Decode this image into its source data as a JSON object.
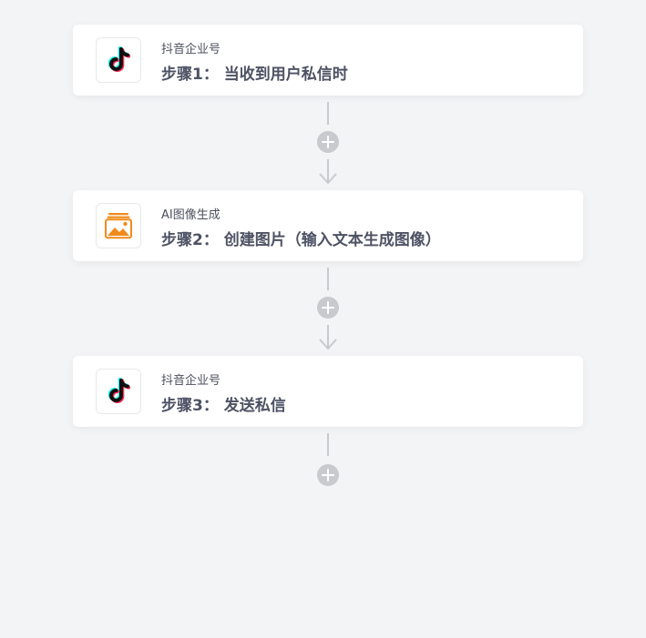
{
  "steps": [
    {
      "app_name": "抖音企业号",
      "title": "步骤1： 当收到用户私信时",
      "icon": "tiktok-logo-icon"
    },
    {
      "app_name": "AI图像生成",
      "title": "步骤2： 创建图片（输入文本生成图像）",
      "icon": "image-gallery-icon"
    },
    {
      "app_name": "抖音企业号",
      "title": "步骤3： 发送私信",
      "icon": "tiktok-logo-icon"
    }
  ],
  "colors": {
    "background": "#f3f4f6",
    "card": "#ffffff",
    "connector": "#c9cacd",
    "title_text": "#4d5264",
    "image_icon_accent": "#f08a1c"
  }
}
